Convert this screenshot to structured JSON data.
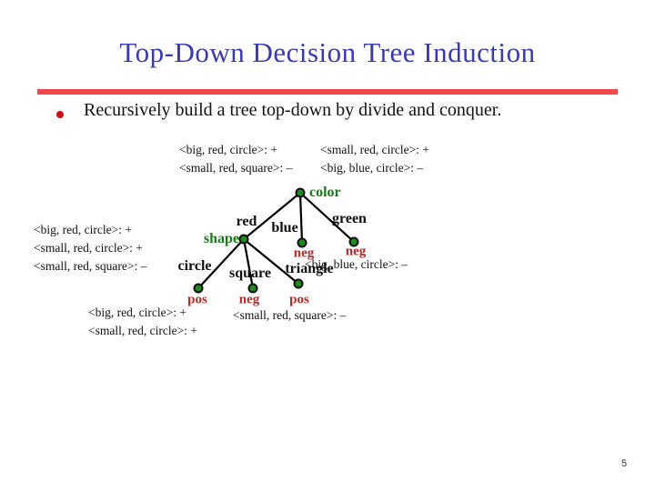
{
  "slide": {
    "title": "Top-Down Decision Tree Induction",
    "bullet_text": "Recursively build a tree top-down by divide and conquer.",
    "page_number": "5"
  },
  "colors": {
    "title_blue": "#3a3ab0",
    "rule_red": "#f04848",
    "bullet_red": "#cc1111",
    "node_green": "#1f8b1f",
    "attribute_label_green": "#1a7a1a",
    "class_label_red": "#b32b2b",
    "edge_black": "#000000"
  },
  "tree": {
    "root_label": "color",
    "shape_label": "shape",
    "branch_labels": {
      "red": "red",
      "blue": "blue",
      "green": "green",
      "circle": "circle",
      "square": "square",
      "triangle": "triangle"
    },
    "class_labels": {
      "blue_leaf": "neg",
      "green_leaf": "neg",
      "circle_leaf": "pos",
      "square_leaf": "neg",
      "triangle_leaf": "pos"
    },
    "examples": {
      "top_left": [
        "<big, red, circle>: +",
        "<small, red, square>: –"
      ],
      "top_right": [
        "<small, red, circle>: +",
        "<big, blue, circle>: –"
      ],
      "left": [
        "<big, red, circle>: +",
        "<small, red, circle>: +",
        "<small, red, square>: –"
      ],
      "green_leaf": "<big, blue, circle>: –",
      "bottom_left": [
        "<big, red, circle>: +",
        "<small, red, circle>: +"
      ],
      "bottom_mid": "<small, red, square>: –"
    }
  }
}
